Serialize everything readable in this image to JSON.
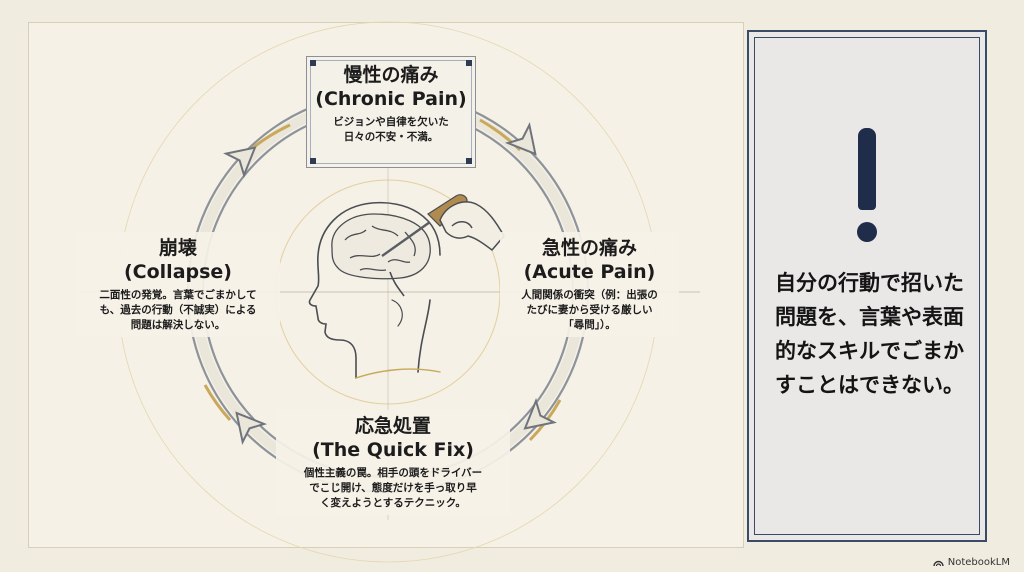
{
  "diagram": {
    "nodes": {
      "chronic": {
        "title_ja": "慢性の痛み",
        "title_en": "(Chronic Pain)",
        "desc_lines": [
          "ビジョンや自律を欠いた",
          "日々の不安・不満。"
        ]
      },
      "acute": {
        "title_ja": "急性の痛み",
        "title_en": "(Acute Pain)",
        "desc_lines": [
          "人間関係の衝突（例：出張の",
          "たびに妻から受ける厳しい",
          "「尋問」）。"
        ]
      },
      "quickfix": {
        "title_ja": "応急処置",
        "title_en": "(The Quick Fix)",
        "desc_lines": [
          "個性主義の罠。相手の頭をドライバー",
          "でこじ開け、態度だけを手っ取り早",
          "く変えようとするテクニック。"
        ]
      },
      "collapse": {
        "title_ja": "崩壊",
        "title_en": "(Collapse)",
        "desc_lines": [
          "二面性の発覚。言葉でごまかして",
          "も、過去の行動（不誠実）による",
          "問題は解決しない。"
        ]
      }
    }
  },
  "side_panel": {
    "icon": "exclamation-icon",
    "message": "自分の行動で招いた問題を、言葉や表面的なスキルでごまかすことはできない。"
  },
  "brand": {
    "icon": "notebooklm-icon",
    "name": "NotebookLM"
  },
  "colors": {
    "background": "#f1ece0",
    "accent_navy": "#1f2d4a",
    "ring": "#8f939a",
    "gold": "#c9a85c"
  }
}
